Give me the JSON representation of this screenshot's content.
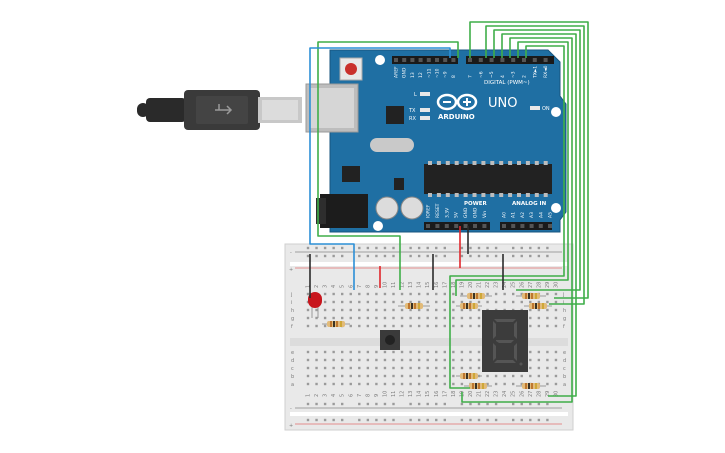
{
  "board": {
    "digital_header": "DIGITAL (PWM~)",
    "brand": "ARDUINO",
    "model": "UNO",
    "on_label": "ON",
    "tx_label": "TX",
    "rx_label": "RX",
    "l_label": "L",
    "power_header": "POWER",
    "analog_header": "ANALOG IN",
    "digital_pins": [
      "AREF",
      "GND",
      "13",
      "12",
      "~11",
      "~10",
      "~9",
      "8",
      "7",
      "~6",
      "~5",
      "4",
      "~3",
      "2",
      "TX►1",
      "RX◄0"
    ],
    "power_pins": [
      "IOREF",
      "RESET",
      "3.3V",
      "5V",
      "GND",
      "GND",
      "Vin"
    ],
    "analog_pins": [
      "A0",
      "A1",
      "A2",
      "A3",
      "A4",
      "A5"
    ]
  },
  "breadboard": {
    "row_letters_top": [
      "j",
      "i",
      "h",
      "g",
      "f"
    ],
    "row_letters_bottom": [
      "e",
      "d",
      "c",
      "b",
      "a"
    ],
    "column_numbers": [
      "1",
      "2",
      "3",
      "4",
      "5",
      "6",
      "7",
      "8",
      "9",
      "10",
      "11",
      "12",
      "13",
      "14",
      "15",
      "16",
      "17",
      "18",
      "19",
      "20",
      "21",
      "22",
      "23",
      "24",
      "25",
      "26",
      "27",
      "28",
      "29",
      "30"
    ],
    "rail_minus": "-",
    "rail_plus": "+"
  },
  "colors": {
    "board": "#1f6fa3",
    "wire_green": "#3fae49",
    "wire_blue": "#2c8fd6",
    "wire_red": "#e0262b",
    "wire_black": "#2b2b2b",
    "breadboard": "#e9e9e9",
    "led": "#c8161d",
    "display": "#3c3c3c"
  }
}
